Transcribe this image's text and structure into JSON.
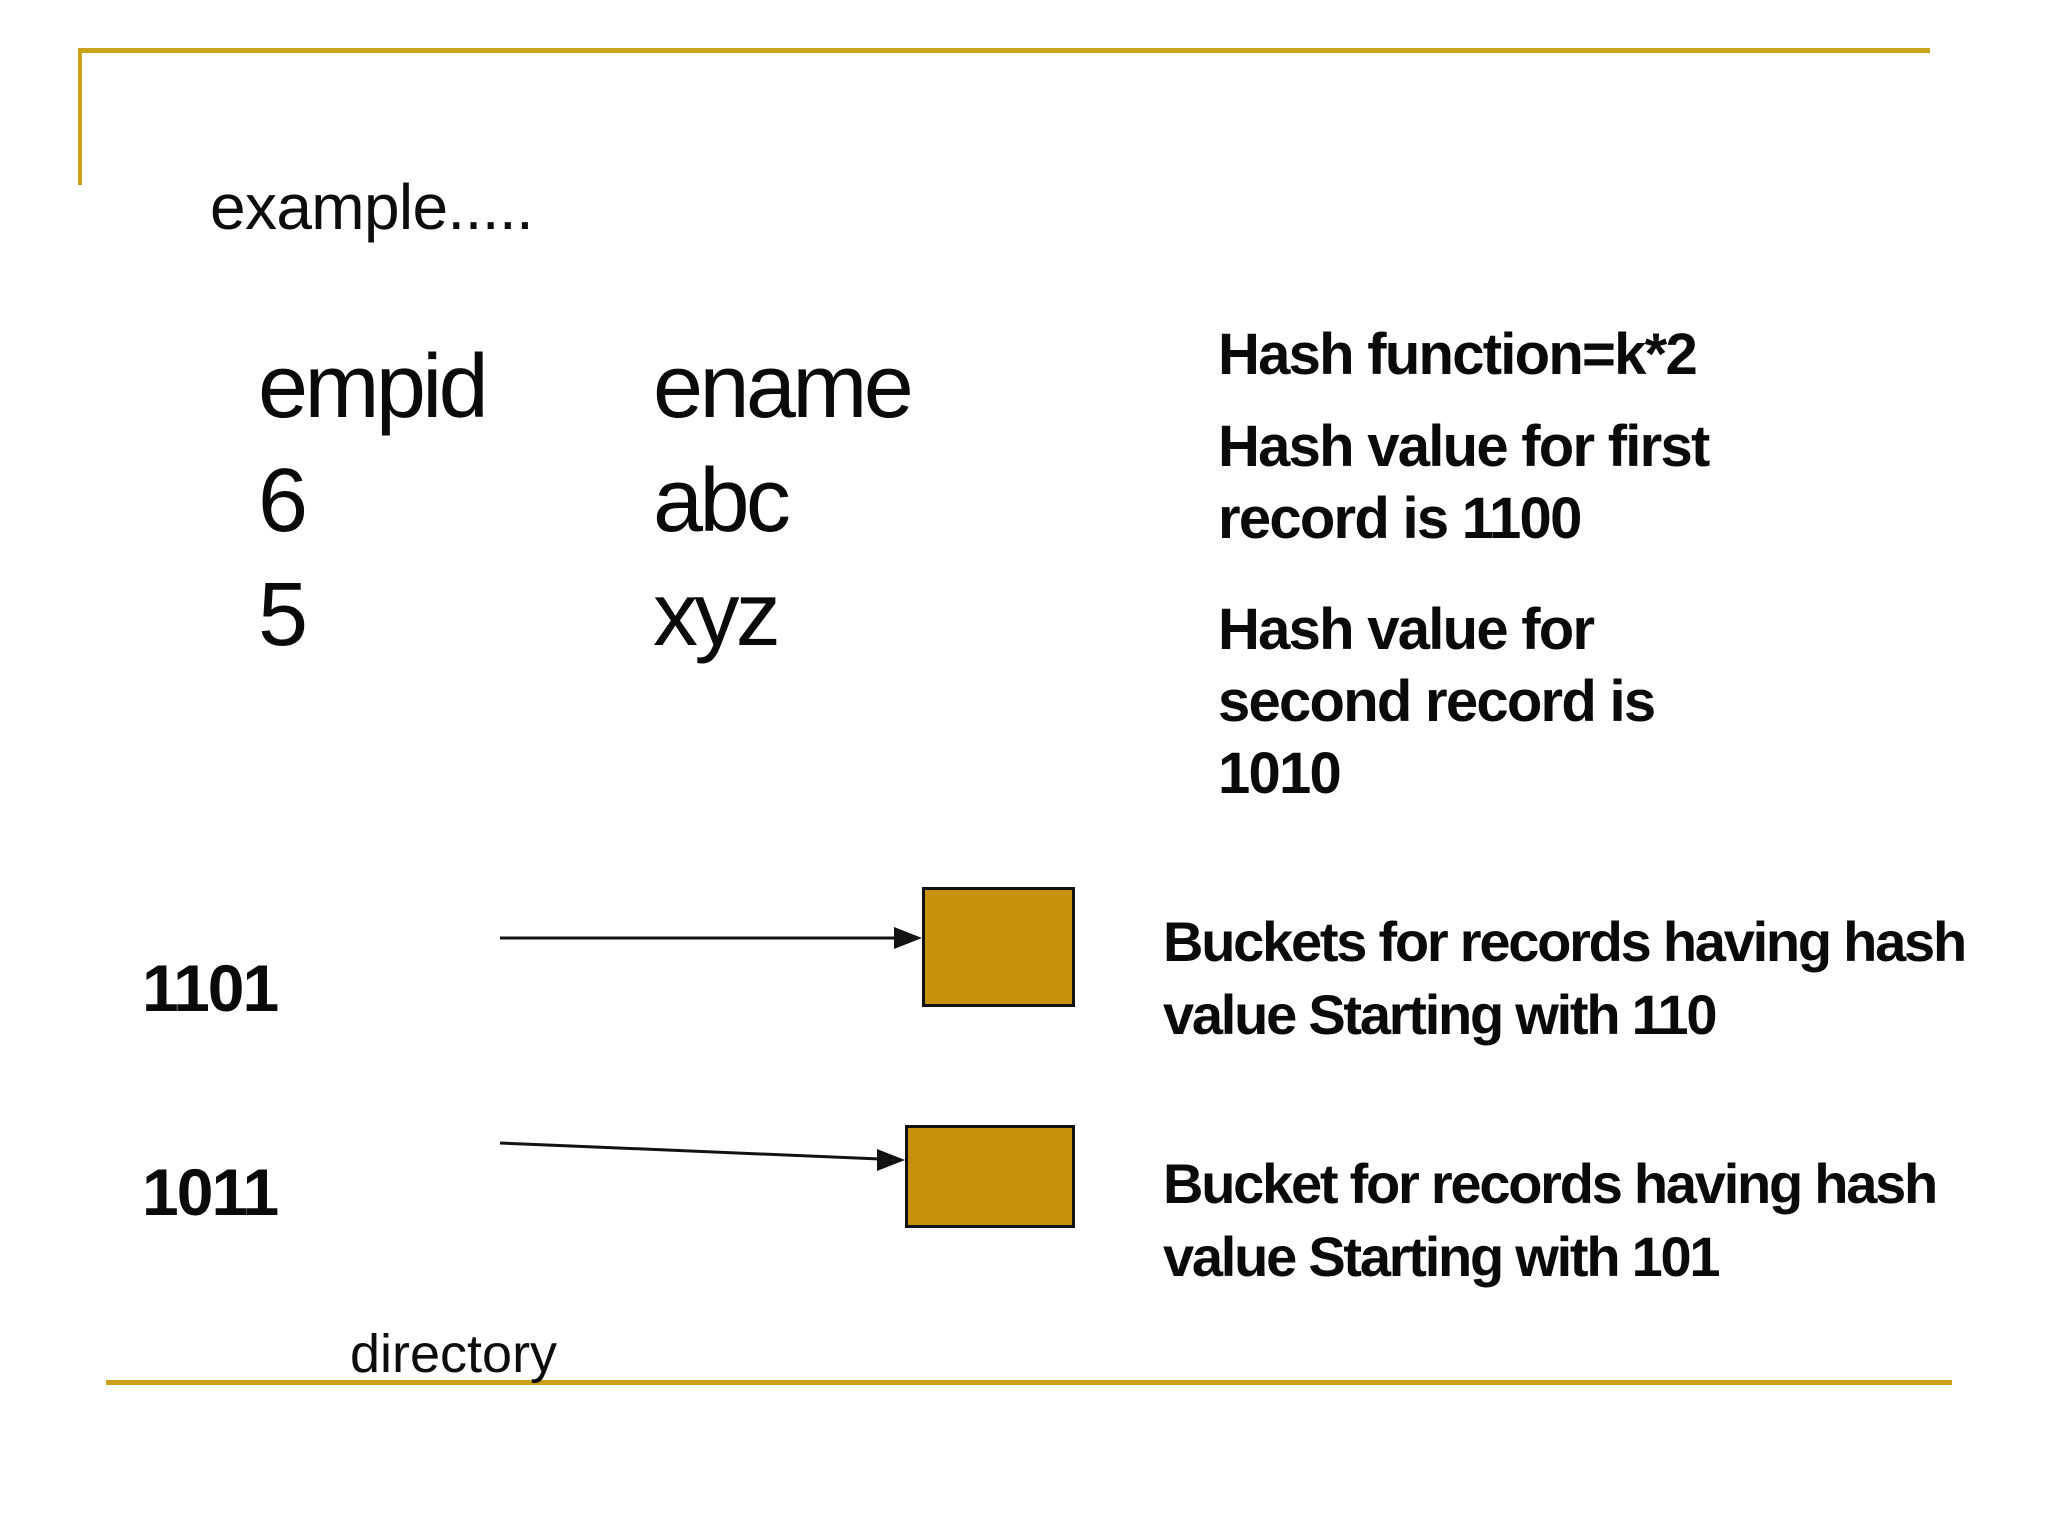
{
  "slide": {
    "title": "example.....",
    "table": {
      "headers": [
        "empid",
        "ename"
      ],
      "rows": [
        [
          "6",
          "abc"
        ],
        [
          "5",
          "xyz"
        ]
      ]
    },
    "notes": [
      "Hash function=k*2",
      "Hash value for first\nrecord is 1100",
      "Hash value for\nsecond record is\n1010"
    ],
    "directory": {
      "entries": [
        "1101",
        "1011"
      ],
      "label": "directory"
    },
    "annotations": [
      "Buckets for records having hash\nvalue Starting with 110",
      "Bucket for records having hash\nvalue Starting with 101"
    ],
    "colors": {
      "accent_gold": "#C9A11B",
      "bucket_fill": "#C6920B",
      "text": "#0A0A0A"
    }
  }
}
